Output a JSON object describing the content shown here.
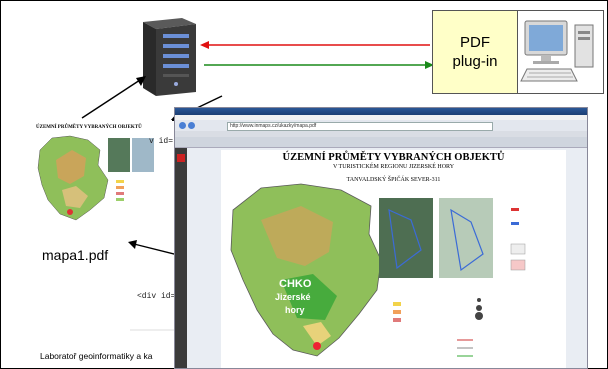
{
  "pdf_plugin": {
    "line1": "PDF",
    "line2": "plug-in"
  },
  "mapa_label": "mapa1.pdf",
  "code": {
    "line1": "v id=\"",
    "line2": "<div id=\""
  },
  "footer": "Laboratoř geoinformatiky a ka",
  "browser": {
    "url": "http://www.inmaps.cz/ukazky/mapa.pdf"
  },
  "map": {
    "title": "ÚZEMNÍ PRŮMĚTY VYBRANÝCH OBJEKTŮ",
    "subtitle": "V TURISTICKÉM REGIONU JIZERSKÉ HORY",
    "subtitle2": "TANVALDSKÝ ŠPIČÁK SEVER-311",
    "area_label1": "CHKO",
    "area_label2": "Jizerské",
    "area_label3": "hory"
  },
  "thumb_title": "ÚZEMNÍ PRŮMĚTY VYBRANÝCH OBJEKTŮ",
  "colors": {
    "arrow_red": "#e01010",
    "arrow_green": "#1a8a1a",
    "plugin_bg": "#ffffc8",
    "map_green": "#8fbf5a",
    "chko_green": "#3fa83a"
  },
  "icons": [
    "server-icon",
    "computer-icon",
    "acrobat-icon"
  ]
}
